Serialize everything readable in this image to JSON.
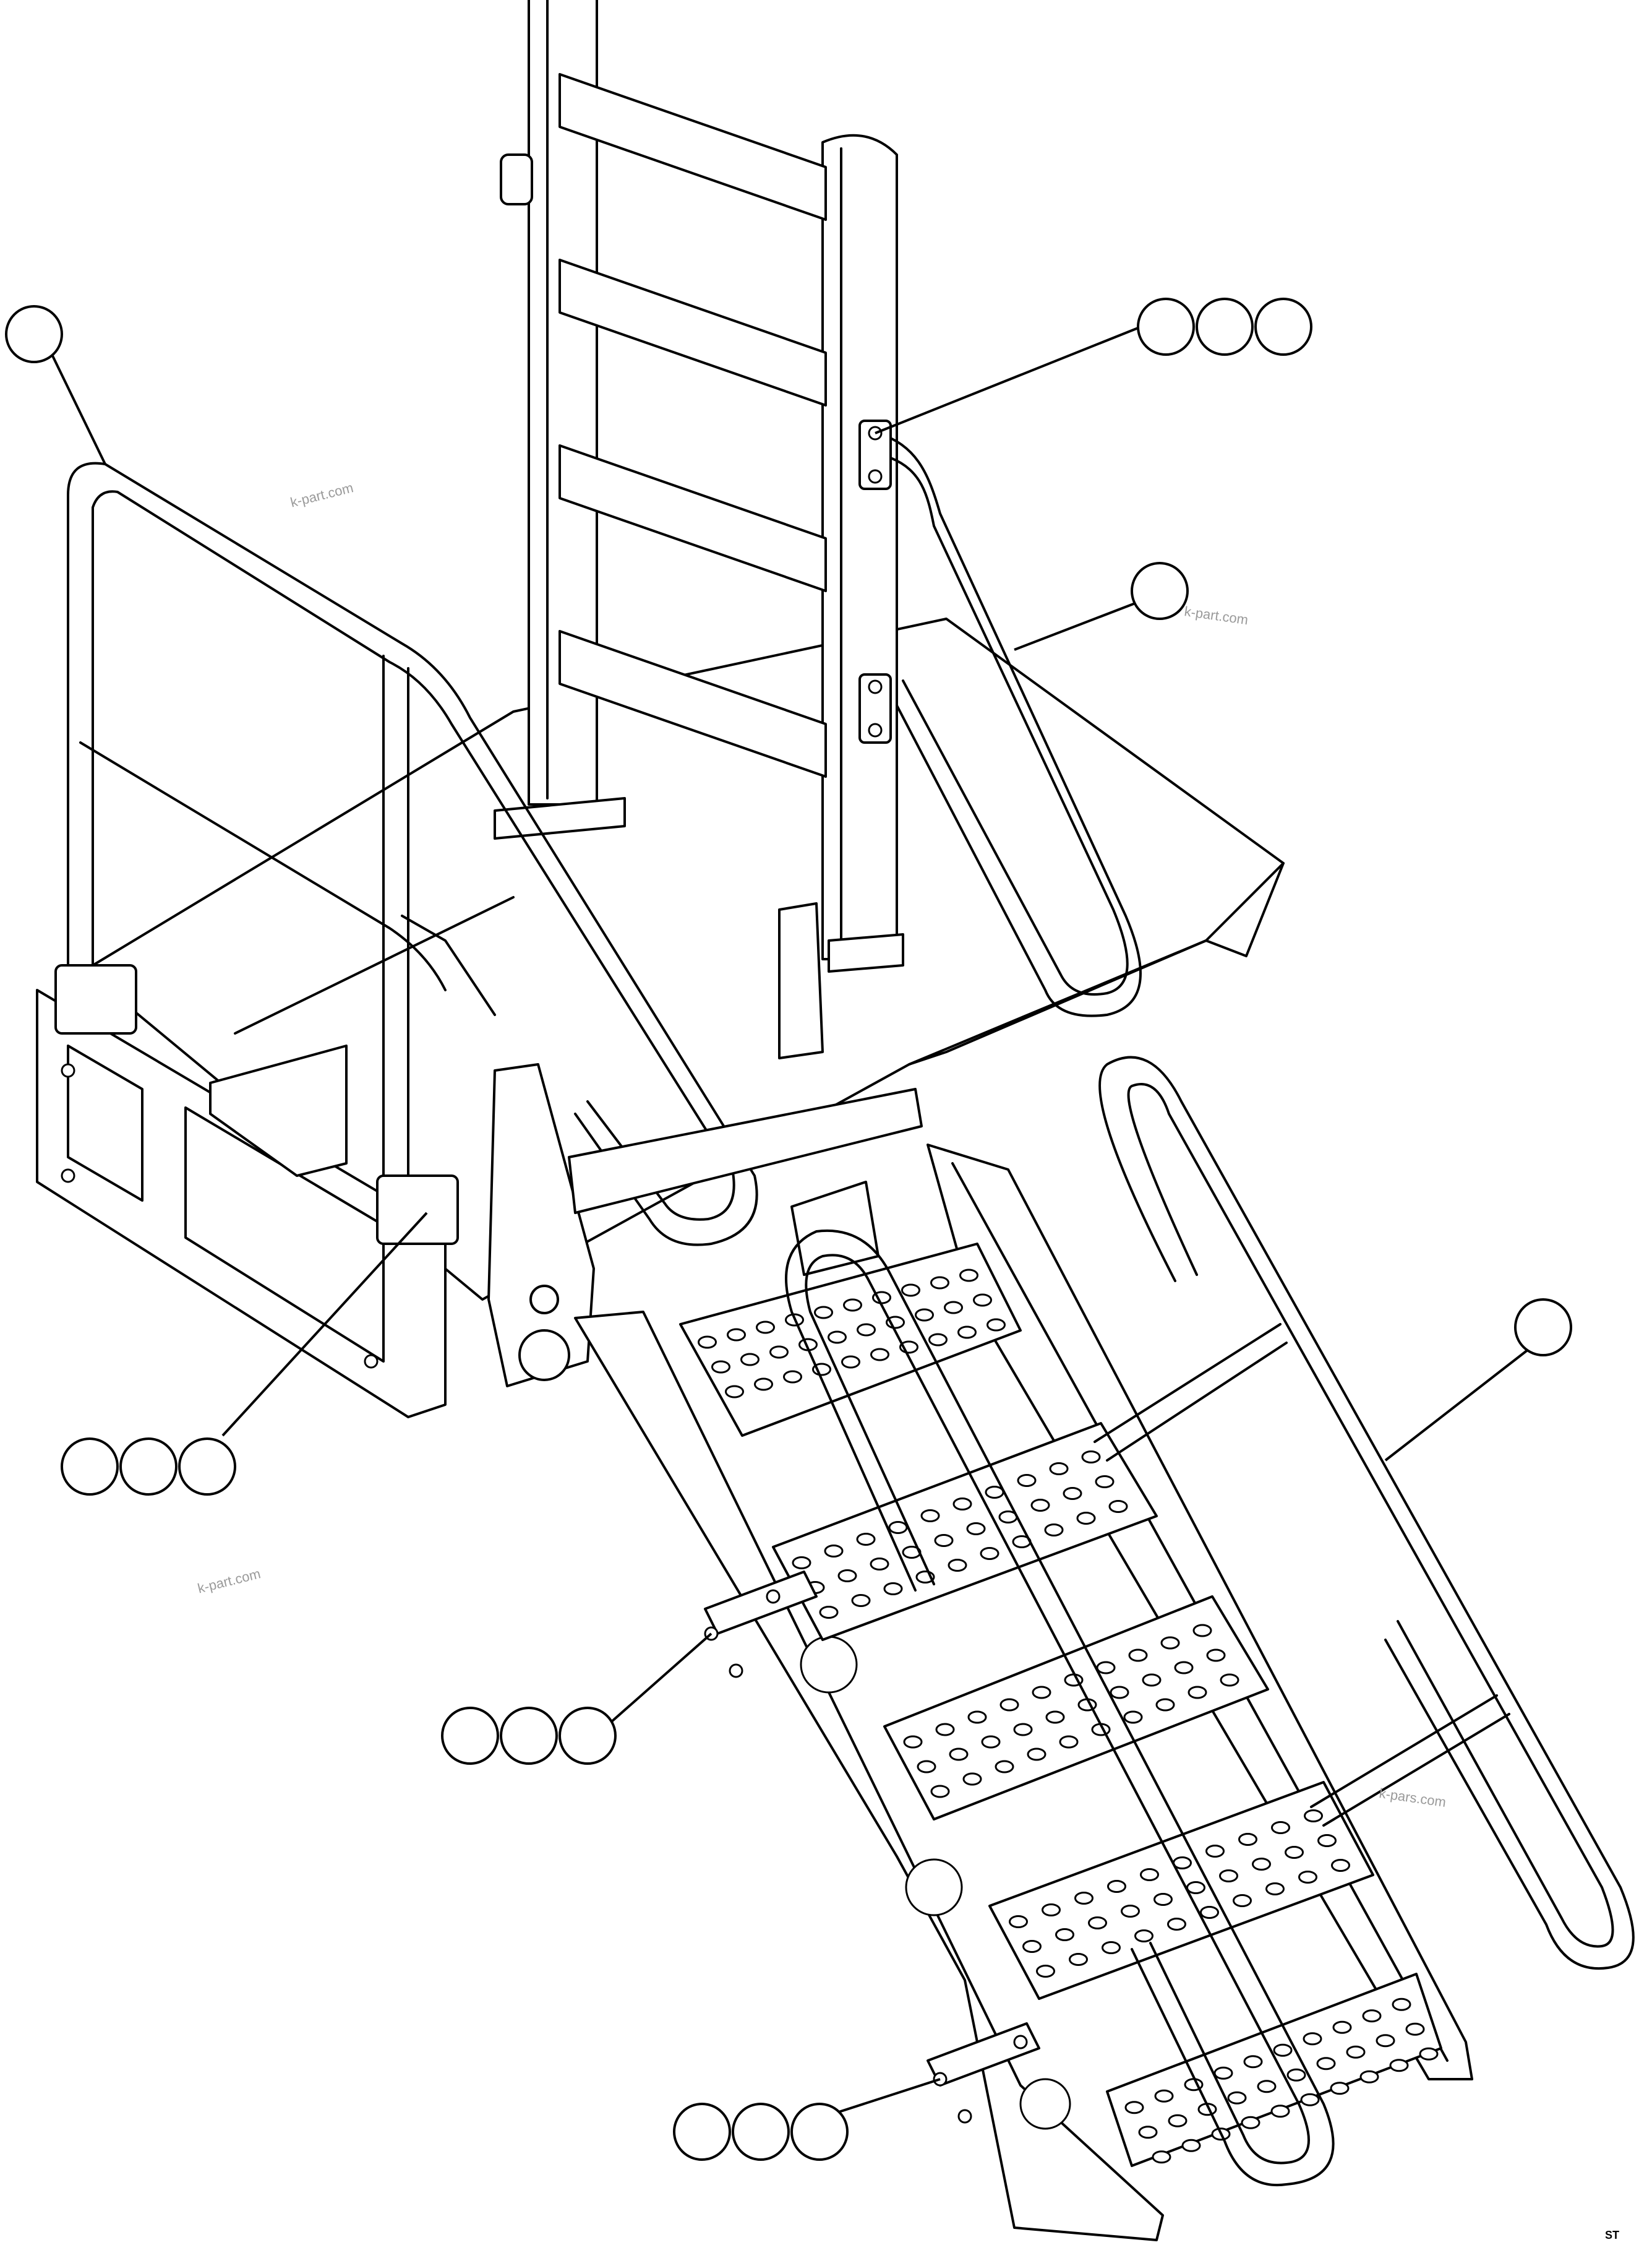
{
  "watermarks": [
    "k-part.com",
    "k-part.com",
    "k-part.com",
    "k-pars.com"
  ],
  "drawing_code": "ST",
  "callouts": {
    "top_left_single": "",
    "top_right_triple": [
      "",
      "",
      ""
    ],
    "upper_right_single": "",
    "right_handrail_single": "",
    "left_triple": [
      "",
      "",
      ""
    ],
    "middle_triple": [
      "",
      "",
      ""
    ],
    "bottom_triple": [
      "",
      "",
      ""
    ]
  }
}
